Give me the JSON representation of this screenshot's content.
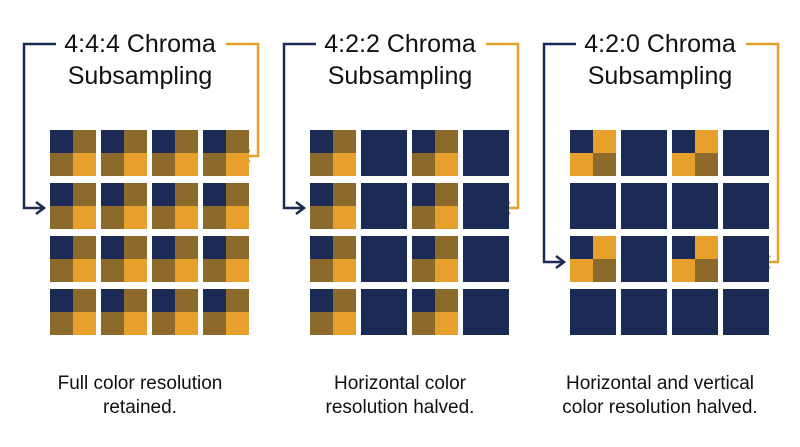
{
  "colors": {
    "navy": "#1c2b55",
    "orange": "#e8a02c",
    "brown": "#8c6a2c",
    "arrow_navy": "#1c2b55",
    "arrow_orange": "#e8a02c"
  },
  "panels": [
    {
      "id": "444",
      "title_line1": "4:4:4 Chroma",
      "title_line2": "Subsampling",
      "caption_line1": "Full color resolution",
      "caption_line2": "retained.",
      "pattern": "full"
    },
    {
      "id": "422",
      "title_line1": "4:2:2 Chroma",
      "title_line2": "Subsampling",
      "caption_line1": "Horizontal color",
      "caption_line2": "resolution halved.",
      "pattern": "horizontal"
    },
    {
      "id": "420",
      "title_line1": "4:2:0 Chroma",
      "title_line2": "Subsampling",
      "caption_line1": "Horizontal and vertical",
      "caption_line2": "color resolution halved.",
      "pattern": "both"
    }
  ]
}
